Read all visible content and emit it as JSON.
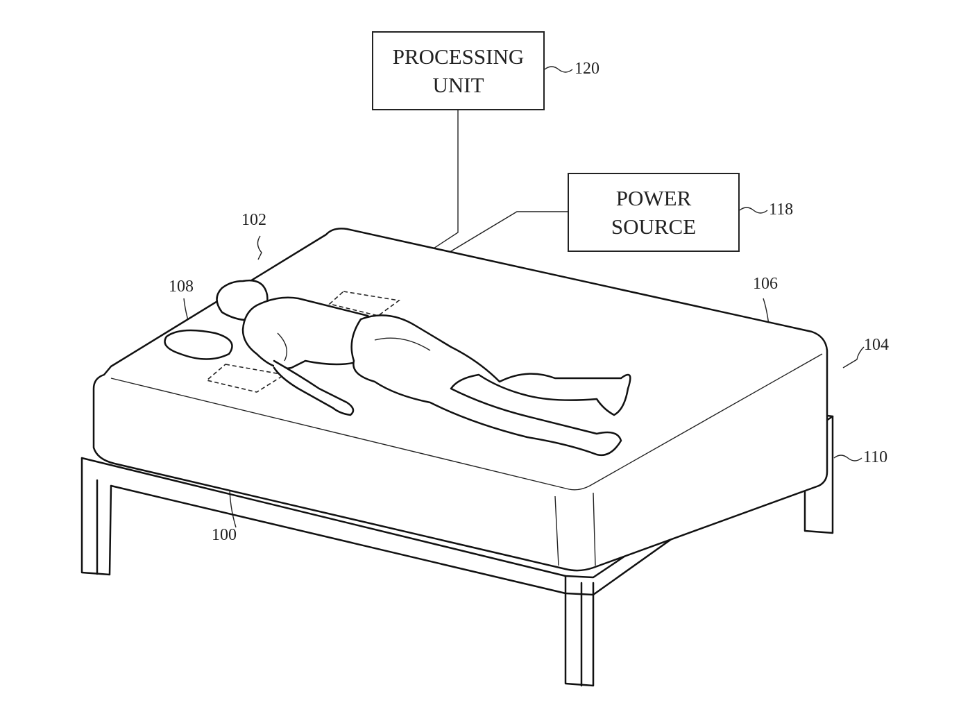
{
  "boxes": {
    "processing_unit": {
      "line1": "PROCESSING",
      "line2": "UNIT",
      "ref": "120"
    },
    "power_source": {
      "line1": "POWER",
      "line2": "SOURCE",
      "ref": "118"
    }
  },
  "refs": {
    "person": "102",
    "pillow": "108",
    "mattress": "106",
    "bed": "104",
    "frame": "110",
    "sensor": "100"
  }
}
